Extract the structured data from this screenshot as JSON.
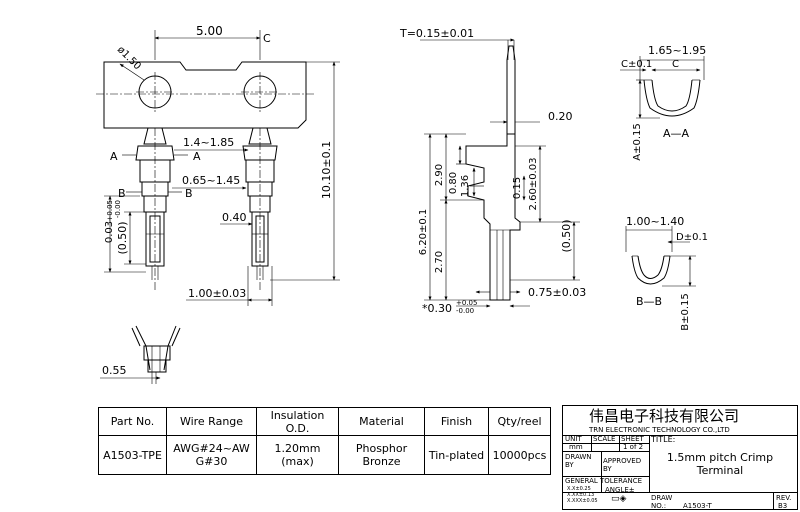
{
  "dimensions": {
    "pitch": "5.00",
    "c_mark": "C",
    "hole_dia": "ø1.50",
    "width_a": "1.4~1.85",
    "section_a": "A",
    "section_b": "B",
    "width_b": "0.65~1.45",
    "tol_stack": "0.03",
    "tol_plus": "+0.05",
    "tol_minus": "-0.00",
    "ref_050": "(0.50)",
    "w_040": "0.40",
    "w_100": "1.00±0.03",
    "height_total": "10.10±0.1",
    "w_055": "0.55",
    "thickness": "T=0.15±0.01",
    "d_020": "0.20",
    "d_290": "2.90",
    "d_080": "0.80",
    "d_136": "1.36",
    "d_015": "0.15",
    "d_260": "2.60±0.03",
    "d_620": "6.20±0.1",
    "d_270": "2.70",
    "d_075": "0.75±0.03",
    "d_030": "*0.30",
    "d_030_plus": "+0.05",
    "d_030_minus": "-0.00",
    "aa_width": "1.65~1.95",
    "aa_c": "C±0.1",
    "aa_c2": "C",
    "aa_height": "A±0.15",
    "aa_label": "A—A",
    "bb_width": "1.00~1.40",
    "bb_d": "D±0.1",
    "bb_height": "B±0.15",
    "bb_label": "B—B"
  },
  "spec_table": {
    "headers": [
      "Part No.",
      "Wire Range",
      "Insulation O.D.",
      "Material",
      "Finish",
      "Qty/reel"
    ],
    "values": [
      "A1503-TPE",
      "AWG#24~AWG#30",
      "1.20mm (max)",
      "Phosphor Bronze",
      "Tin-plated",
      "10000pcs"
    ]
  },
  "title_block": {
    "company_cn": "伟昌电子科技有限公司",
    "company_en": "TRN ELECTRONIC TECHNOLOGY CO.,LTD",
    "unit_label": "UNIT",
    "unit_value": "mm",
    "scale_label": "SCALE",
    "sheet_label": "SHEET",
    "sheet_value": "1 of 2",
    "title_label": "TITLE:",
    "title": "1.5mm pitch Crimp Terminal",
    "drawn_by": "DRAWN BY",
    "approved_by": "APPROVED BY",
    "general_tol": "GENERAL TOLERANCE",
    "tol_1": "X.X±0.25",
    "tol_2": "X.XX±0.13",
    "tol_3": "X.XXX±0.05",
    "angle": "ANGLE±",
    "draw_label": "DRAW NO.:",
    "draw_no": "A1503-T",
    "rev_label": "REV.",
    "rev": "B3"
  }
}
